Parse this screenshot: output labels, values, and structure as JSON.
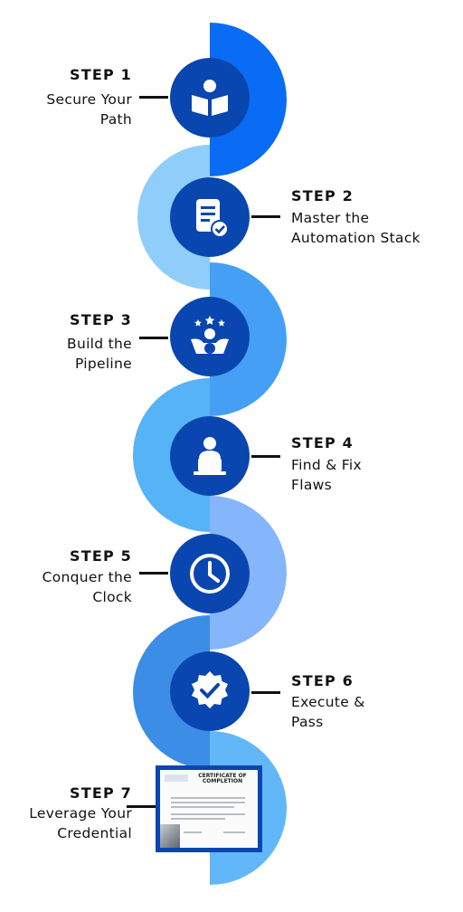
{
  "steps": [
    {
      "title": "STEP 1",
      "desc_lines": [
        "Secure Your",
        "Path"
      ],
      "icon": "reader-book-icon"
    },
    {
      "title": "STEP 2",
      "desc_lines": [
        "Master the",
        "Automation Stack"
      ],
      "icon": "document-check-icon"
    },
    {
      "title": "STEP 3",
      "desc_lines": [
        "Build the",
        "Pipeline"
      ],
      "icon": "team-gear-stars-icon"
    },
    {
      "title": "STEP 4",
      "desc_lines": [
        "Find & Fix",
        "Flaws"
      ],
      "icon": "person-at-laptop-icon"
    },
    {
      "title": "STEP 5",
      "desc_lines": [
        "Conquer the",
        "Clock"
      ],
      "icon": "clock-icon"
    },
    {
      "title": "STEP 6",
      "desc_lines": [
        "Execute &",
        "Pass"
      ],
      "icon": "verified-badge-icon"
    },
    {
      "title": "STEP 7",
      "desc_lines": [
        "Leverage Your",
        "Credential"
      ],
      "icon": "certificate-icon"
    }
  ],
  "certificate": {
    "title": "CERTIFICATE OF COMPLETION"
  },
  "colors": {
    "node": "#0a46b0",
    "ribbon": [
      "#0a6cf5",
      "#8fcdfb",
      "#45a0f5",
      "#55b3f6",
      "#85b5fb",
      "#3c8de6",
      "#62b7f8"
    ]
  }
}
